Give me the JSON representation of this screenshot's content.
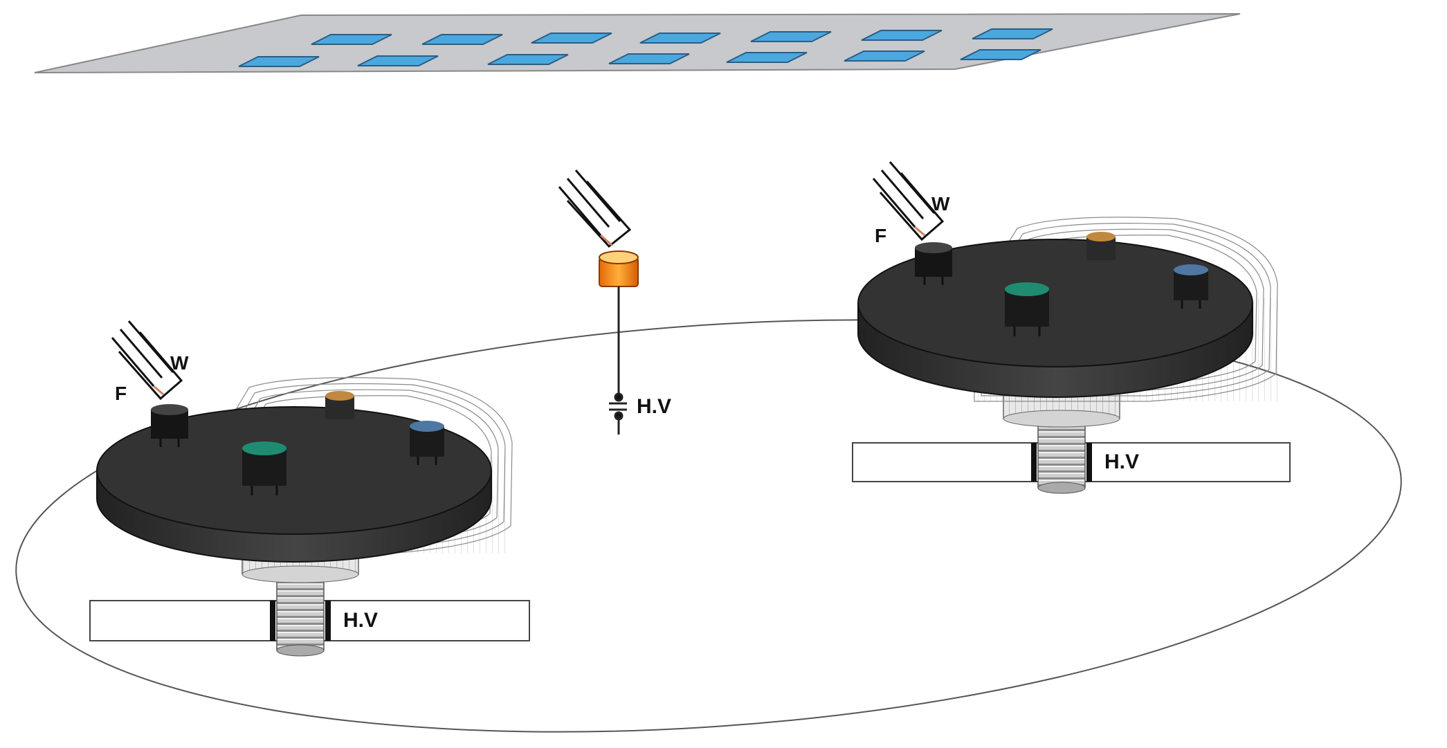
{
  "labels": {
    "filament": "F",
    "wire": "W",
    "high_voltage": "H.V"
  },
  "colors": {
    "substrate_plate": "#c7c9cc",
    "substrate_pad": "#4aa8df",
    "turntable": "#2f2f2f",
    "center_crucible": "#f08a1a",
    "target_green": "#1f8c72",
    "target_bronze": "#c2883f",
    "target_blue": "#4f77a3",
    "target_black": "#151515"
  },
  "icons": {
    "evaporation_source": "filament-heater-icon",
    "rotation_shaft": "threaded-shaft-icon"
  }
}
